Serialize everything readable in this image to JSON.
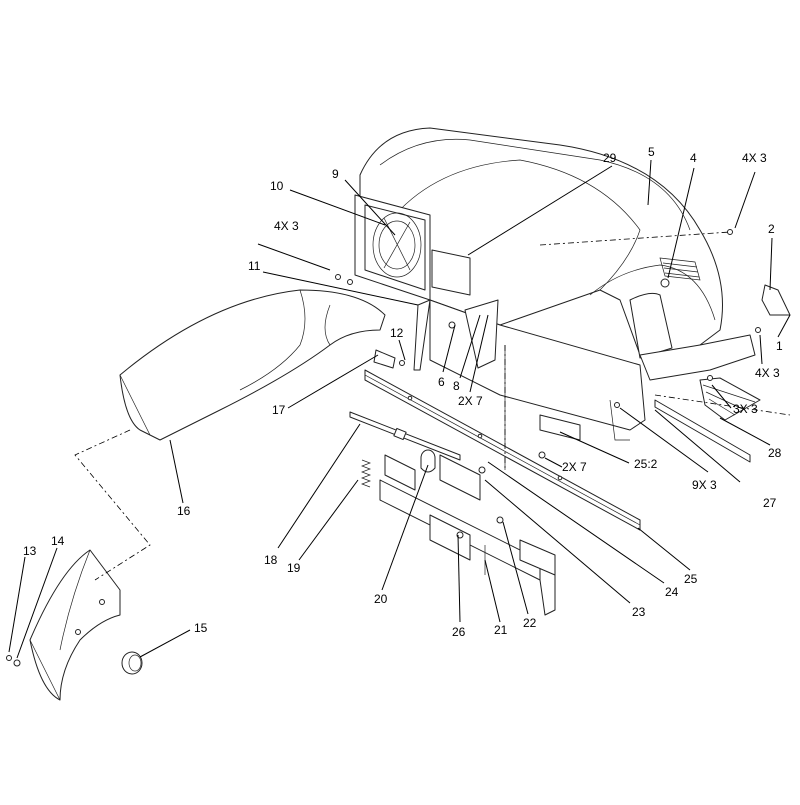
{
  "callouts": {
    "c1": "1",
    "c2": "2",
    "c4": "4",
    "c4x3_top": "4X 3",
    "c4x3_left": "4X 3",
    "c4x3_right": "4X 3",
    "c5": "5",
    "c6": "6",
    "c8": "8",
    "c2x7_upper": "2X 7",
    "c2x7_lower": "2X 7",
    "c9": "9",
    "c9x3": "9X 3",
    "c3x3": "3X 3",
    "c10": "10",
    "c11": "11",
    "c12": "12",
    "c13": "13",
    "c14": "14",
    "c15": "15",
    "c16": "16",
    "c17": "17",
    "c18": "18",
    "c19": "19",
    "c20": "20",
    "c21": "21",
    "c22": "22",
    "c23": "23",
    "c24": "24",
    "c25": "25",
    "c25_2": "25:2",
    "c26": "26",
    "c27": "27",
    "c28": "28",
    "c29": "29"
  },
  "colors": {
    "line": "#000000",
    "background": "#ffffff"
  }
}
